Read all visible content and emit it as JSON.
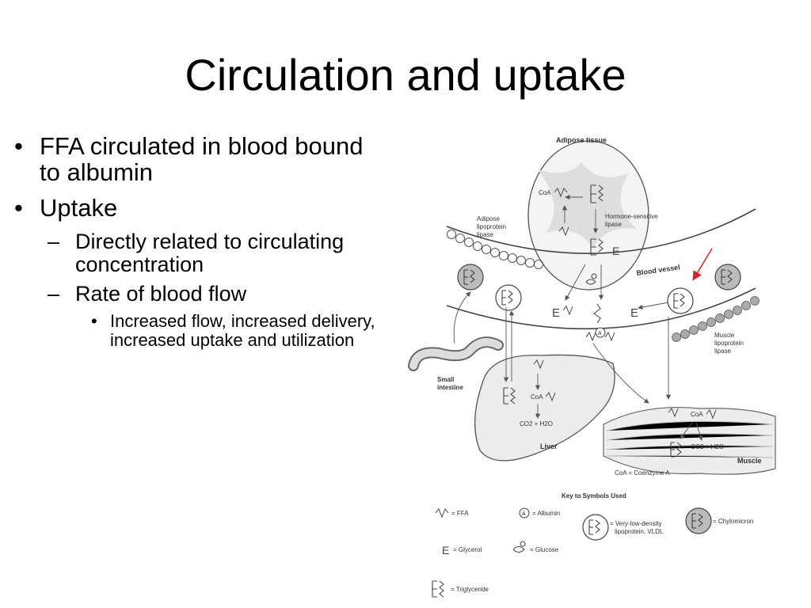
{
  "slide": {
    "title": "Circulation and uptake",
    "bullets": [
      {
        "text": "FFA circulated in blood bound to albumin"
      },
      {
        "text": "Uptake",
        "sub": [
          {
            "text": "Directly related to circulating concentration"
          },
          {
            "text": "Rate of blood flow",
            "sub": [
              {
                "text": "Increased flow, increased delivery, increased uptake and utilization"
              }
            ]
          }
        ]
      }
    ]
  },
  "diagram": {
    "labels": {
      "adipose_tissue": "Adipose tissue",
      "adipose_lpl_1": "Adipose",
      "adipose_lpl_2": "lipoprotein",
      "adipose_lpl_3": "lipase",
      "hsl_1": "Hormone-sensitive",
      "hsl_2": "lipase",
      "coa": "CoA",
      "blood_vessel": "Blood vessel",
      "muscle_lpl_1": "Muscle",
      "muscle_lpl_2": "lipoprotein",
      "muscle_lpl_3": "lipase",
      "small_intestine_1": "Small",
      "small_intestine_2": "intestine",
      "liver": "Liver",
      "co2_h2o": "CO2 + H2O",
      "muscle": "Muscle",
      "coa_def": "CoA = Coenzyme A",
      "e_letter": "E",
      "a_letter": "A"
    },
    "key": {
      "title": "Key to Symbols Used",
      "ffa": "= FFA",
      "albumin": "= Albumin",
      "vldl_1": "= Very-low-density",
      "vldl_2": "lipoprotein, VLDL",
      "chylomicron": "= Chylomicron",
      "glycerol": "= Glycerol",
      "glucose": "= Glucose",
      "triglyceride": "= Triglyceride"
    }
  }
}
